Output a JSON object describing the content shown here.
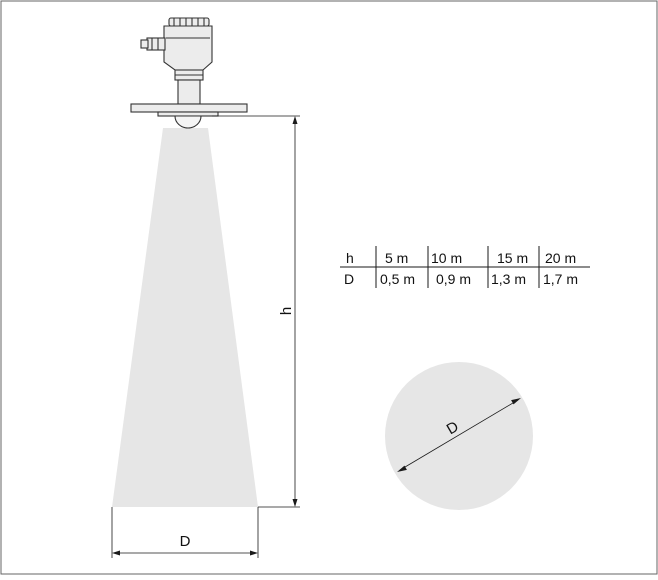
{
  "labels": {
    "height": "h",
    "diameter": "D",
    "circle_diameter": "D"
  },
  "table": {
    "rows": [
      {
        "header": "h",
        "cells": [
          "5 m",
          "10 m",
          "15 m",
          "20 m"
        ]
      },
      {
        "header": "D",
        "cells": [
          "0,5 m",
          "0,9 m",
          "1,3 m",
          "1,7 m"
        ]
      }
    ]
  },
  "colors": {
    "beam": "#e6e6e6",
    "line": "#1a1a1a",
    "sensor_body": "#ececec",
    "sensor_stroke": "#333333"
  }
}
